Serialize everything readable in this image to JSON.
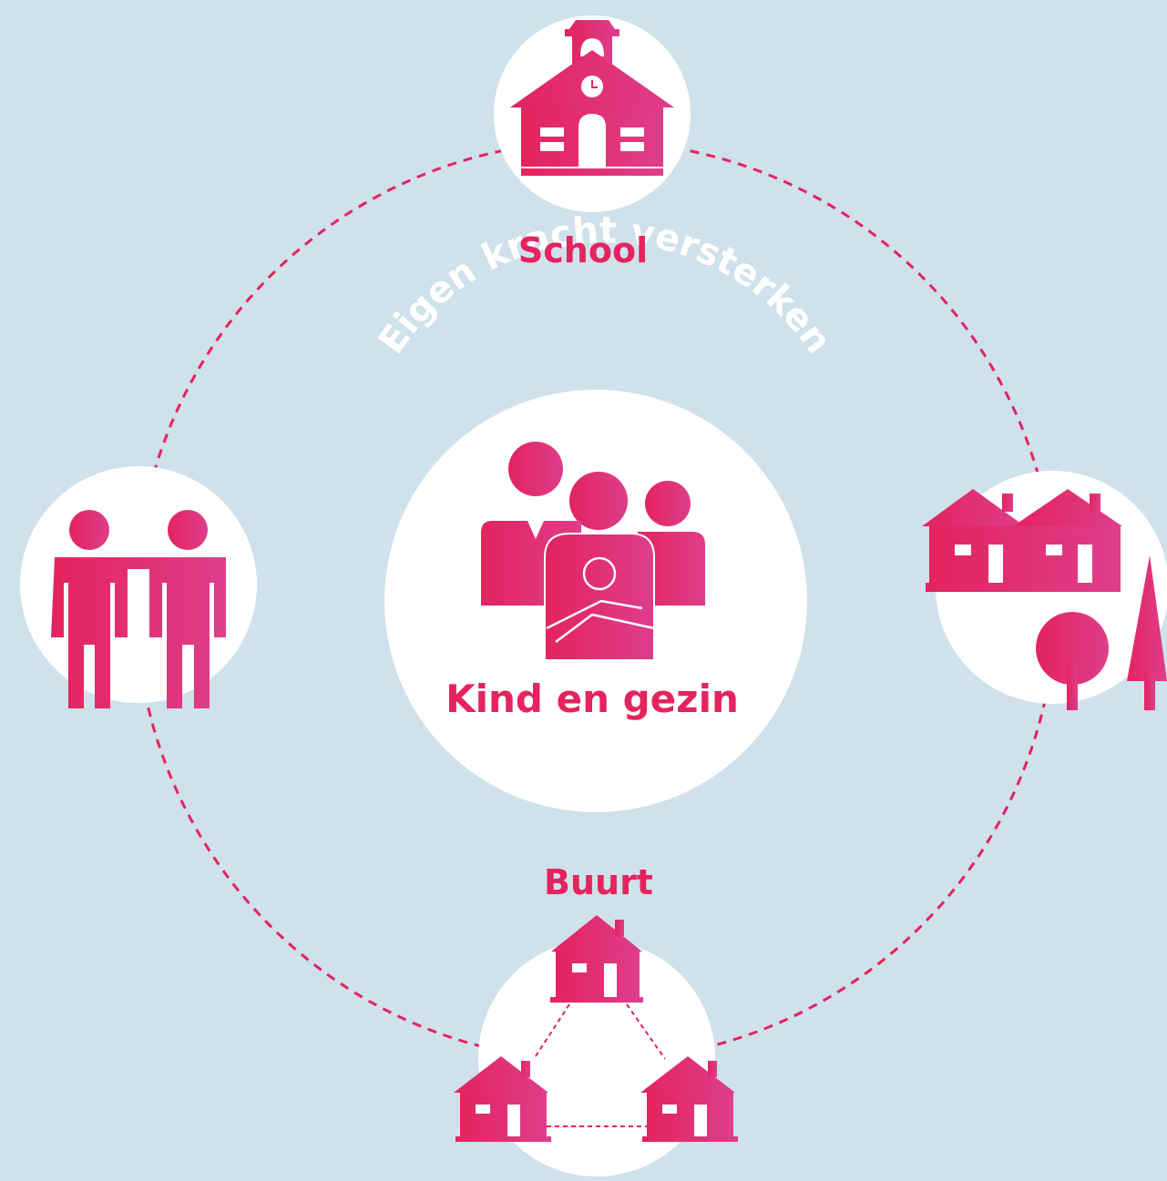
{
  "colors": {
    "background": "#cfe1ea",
    "accent": "#e4235f",
    "accent_light": "#de3e8b",
    "white": "#ffffff"
  },
  "center": {
    "label": "Kind en gezin",
    "icon": "family-icon"
  },
  "arc_text": "Eigen kracht versterken",
  "nodes": {
    "school": {
      "label": "School",
      "icon": "school-building-icon"
    },
    "buurt": {
      "label": "Buurt",
      "icon": "neighbourhood-houses-icon"
    },
    "people": {
      "icon": "two-people-icon"
    },
    "houses_trees": {
      "icon": "houses-and-trees-icon"
    }
  }
}
